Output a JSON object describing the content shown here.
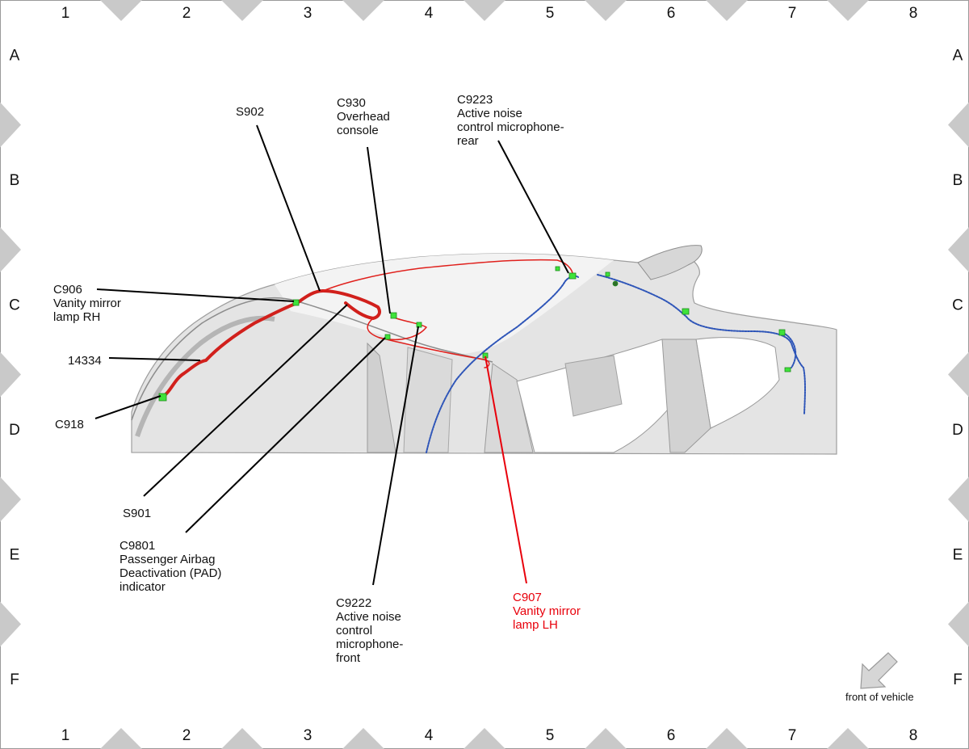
{
  "grid": {
    "columns": [
      "1",
      "2",
      "3",
      "4",
      "5",
      "6",
      "7",
      "8"
    ],
    "rows": [
      "A",
      "B",
      "C",
      "D",
      "E",
      "F"
    ]
  },
  "colors": {
    "frame_marker": "#c9c9c9",
    "wire_red": "#e0201c",
    "wire_blue": "#2e55b8",
    "connector": "#3ee33a",
    "callout_highlight": "#e8000b",
    "body_fill": "#e4e4e4"
  },
  "callouts": {
    "s902": [
      "S902"
    ],
    "c930": [
      "C930",
      "Overhead",
      "console"
    ],
    "c9223": [
      "C9223",
      "Active noise",
      "control microphone-",
      "rear"
    ],
    "c906": [
      "C906",
      "Vanity mirror",
      "lamp RH"
    ],
    "p14334": [
      "14334"
    ],
    "c918": [
      "C918"
    ],
    "s901": [
      "S901"
    ],
    "c9801": [
      "C9801",
      "Passenger Airbag",
      "Deactivation (PAD)",
      "indicator"
    ],
    "c9222": [
      "C9222",
      "Active noise",
      "control",
      "microphone-",
      "front"
    ],
    "c907": [
      "C907",
      "Vanity mirror",
      "lamp LH"
    ]
  },
  "orientation": {
    "label": "front of vehicle",
    "icon": "arrow-down-left-icon"
  }
}
